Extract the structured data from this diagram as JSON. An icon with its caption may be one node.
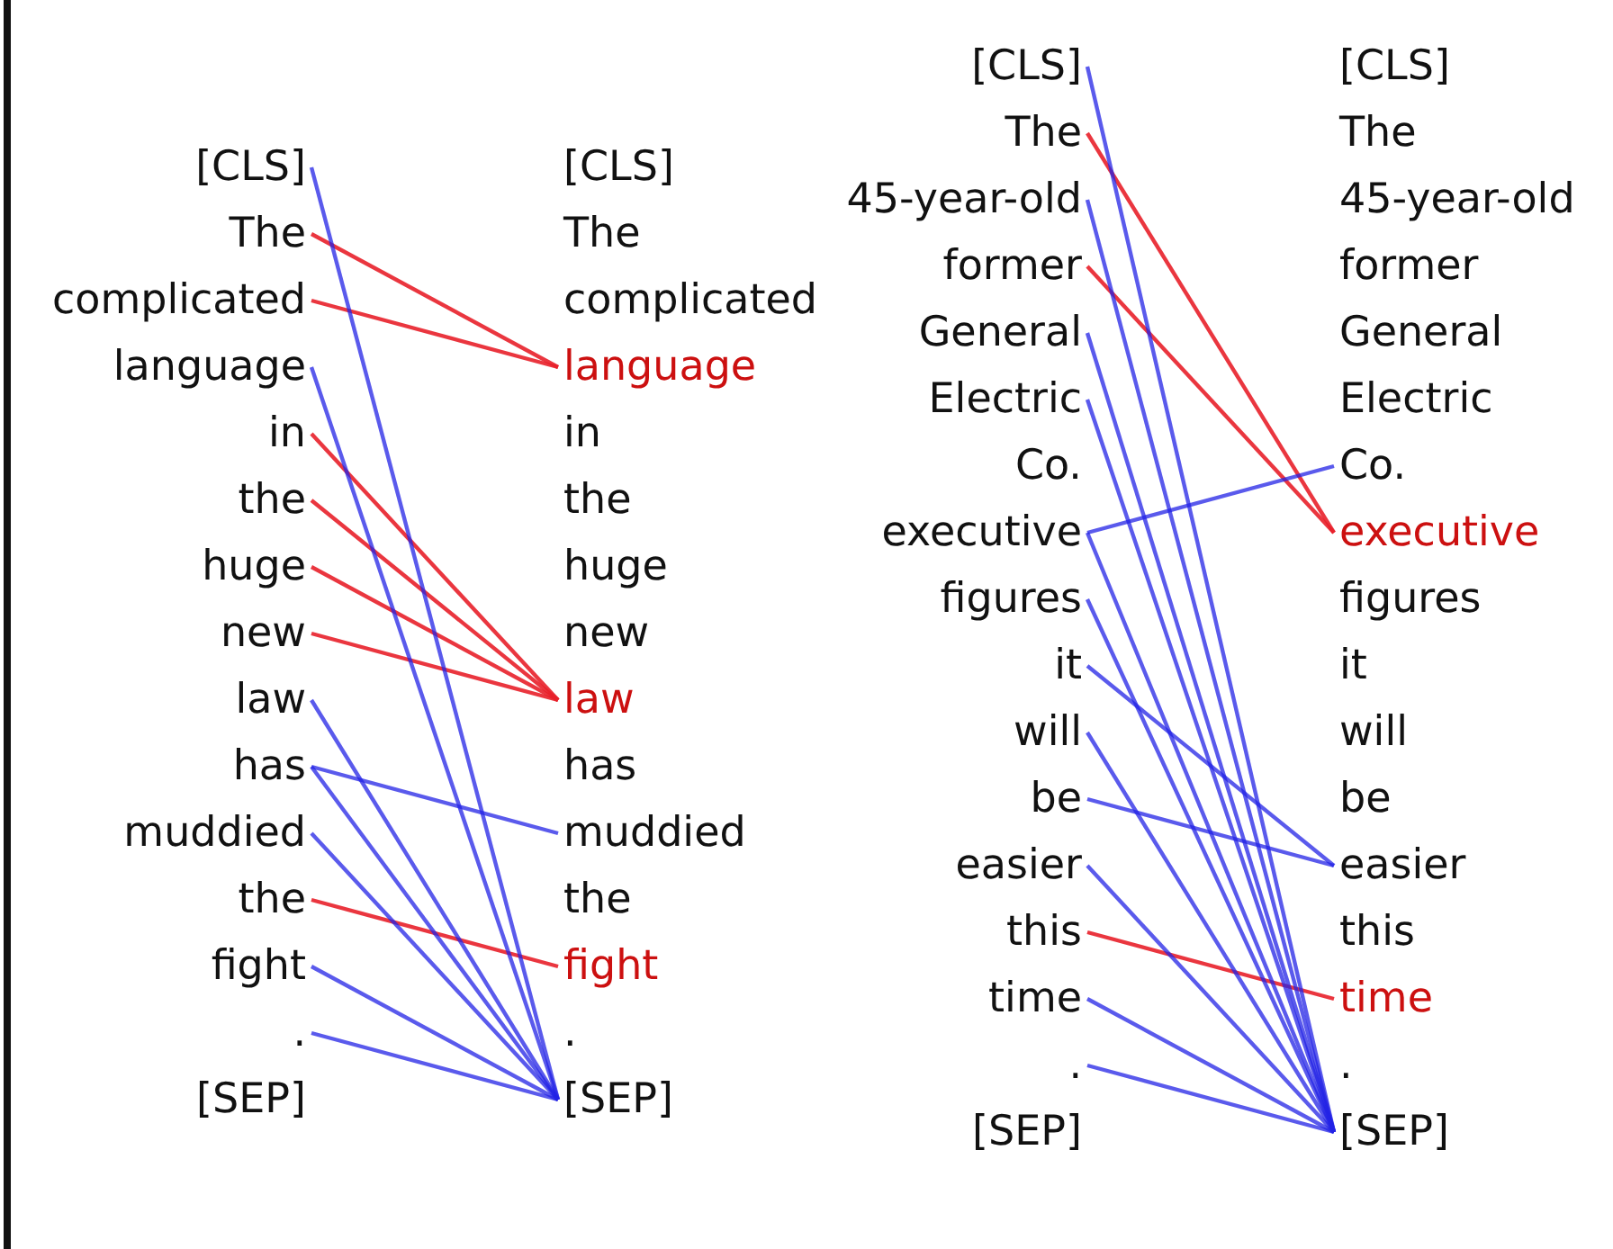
{
  "diagram": {
    "nodes": [
      {
        "text": [
          "[CLS]"
        ]
      },
      {
        "text": [
          "The"
        ]
      },
      {
        "text": [
          "complicated"
        ]
      },
      {
        "text": [
          "language"
        ]
      },
      {
        "text": [
          "in"
        ]
      },
      {
        "text": [
          "the"
        ]
      },
      {
        "text": [
          "huge"
        ]
      },
      {
        "text": [
          "new"
        ]
      },
      {
        "text": [
          "law"
        ]
      },
      {
        "text": [
          "has"
        ]
      },
      {
        "text": [
          "muddied"
        ]
      },
      {
        "text": [
          "the"
        ]
      },
      {
        "text": [
          "fight"
        ]
      },
      {
        "text": [
          "."
        ]
      },
      {
        "text": [
          "[SEP]"
        ]
      },
      {
        "text": [
          "[CLS]"
        ]
      },
      {
        "text": [
          "The"
        ]
      },
      {
        "text": [
          "complicated"
        ]
      },
      {
        "text": [
          "language"
        ]
      },
      {
        "text": [
          "in"
        ]
      },
      {
        "text": [
          "the"
        ]
      },
      {
        "text": [
          "huge"
        ]
      },
      {
        "text": [
          "new"
        ]
      },
      {
        "text": [
          "law"
        ]
      },
      {
        "text": [
          "has"
        ]
      },
      {
        "text": [
          "muddied"
        ]
      },
      {
        "text": [
          "the"
        ]
      },
      {
        "text": [
          "fight"
        ]
      },
      {
        "text": [
          "."
        ]
      },
      {
        "text": [
          "[SEP]"
        ]
      },
      {
        "text": [
          "[CLS]"
        ]
      },
      {
        "text": [
          "The"
        ]
      },
      {
        "text": [
          "45-year-old"
        ]
      },
      {
        "text": [
          "former"
        ]
      },
      {
        "text": [
          "General"
        ]
      },
      {
        "text": [
          "Electric"
        ]
      },
      {
        "text": [
          "Co."
        ]
      },
      {
        "text": [
          "executive"
        ]
      },
      {
        "text": [
          "figures"
        ]
      },
      {
        "text": [
          "it"
        ]
      },
      {
        "text": [
          "will"
        ]
      },
      {
        "text": [
          "be"
        ]
      },
      {
        "text": [
          "easier"
        ]
      },
      {
        "text": [
          "this"
        ]
      },
      {
        "text": [
          "time"
        ]
      },
      {
        "text": [
          "."
        ]
      },
      {
        "text": [
          "[SEP]"
        ]
      },
      {
        "text": [
          "[CLS]"
        ]
      },
      {
        "text": [
          "The"
        ]
      },
      {
        "text": [
          "45-year-old"
        ]
      },
      {
        "text": [
          "former"
        ]
      },
      {
        "text": [
          "General"
        ]
      },
      {
        "text": [
          "Electric"
        ]
      },
      {
        "text": [
          "Co."
        ]
      },
      {
        "text": [
          "executive"
        ]
      },
      {
        "text": [
          "figures"
        ]
      },
      {
        "text": [
          "it"
        ]
      },
      {
        "text": [
          "will"
        ]
      },
      {
        "text": [
          "be"
        ]
      },
      {
        "text": [
          "easier"
        ]
      },
      {
        "text": [
          "this"
        ]
      },
      {
        "text": [
          "time"
        ]
      },
      {
        "text": [
          "."
        ]
      },
      {
        "text": [
          "[SEP]"
        ]
      }
    ],
    "edges": [
      {
        "from": 1,
        "to": 18,
        "arrow": "none",
        "color": "#e8202a"
      },
      {
        "from": 2,
        "to": 18,
        "arrow": "none",
        "color": "#e8202a"
      },
      {
        "from": 4,
        "to": 23,
        "arrow": "none",
        "color": "#e8202a"
      },
      {
        "from": 5,
        "to": 23,
        "arrow": "none",
        "color": "#e8202a"
      },
      {
        "from": 6,
        "to": 23,
        "arrow": "none",
        "color": "#e8202a"
      },
      {
        "from": 7,
        "to": 23,
        "arrow": "none",
        "color": "#e8202a"
      },
      {
        "from": 11,
        "to": 27,
        "arrow": "none",
        "color": "#e8202a"
      },
      {
        "from": 0,
        "to": 29,
        "arrow": "none"
      },
      {
        "from": 3,
        "to": 29,
        "arrow": "none"
      },
      {
        "from": 8,
        "to": 29,
        "arrow": "none"
      },
      {
        "from": 9,
        "to": 29,
        "arrow": "none"
      },
      {
        "from": 9,
        "to": 25,
        "arrow": "none"
      },
      {
        "from": 10,
        "to": 29,
        "arrow": "none"
      },
      {
        "from": 12,
        "to": 29,
        "arrow": "none"
      },
      {
        "from": 13,
        "to": 29,
        "arrow": "none"
      },
      {
        "from": 31,
        "to": 54,
        "arrow": "none",
        "color": "#e8202a"
      },
      {
        "from": 33,
        "to": 54,
        "arrow": "none",
        "color": "#e8202a"
      },
      {
        "from": 43,
        "to": 61,
        "arrow": "none",
        "color": "#e8202a"
      },
      {
        "from": 30,
        "to": 63,
        "arrow": "none"
      },
      {
        "from": 32,
        "to": 63,
        "arrow": "none"
      },
      {
        "from": 34,
        "to": 63,
        "arrow": "none"
      },
      {
        "from": 35,
        "to": 63,
        "arrow": "none"
      },
      {
        "from": 37,
        "to": 53,
        "arrow": "none"
      },
      {
        "from": 37,
        "to": 63,
        "arrow": "none"
      },
      {
        "from": 38,
        "to": 63,
        "arrow": "none"
      },
      {
        "from": 39,
        "to": 59,
        "arrow": "none"
      },
      {
        "from": 40,
        "to": 63,
        "arrow": "none"
      },
      {
        "from": 41,
        "to": 59,
        "arrow": "none"
      },
      {
        "from": 42,
        "to": 63,
        "arrow": "none"
      },
      {
        "from": 44,
        "to": 63,
        "arrow": "none"
      },
      {
        "from": 45,
        "to": 63,
        "arrow": "none"
      }
    ]
  }
}
